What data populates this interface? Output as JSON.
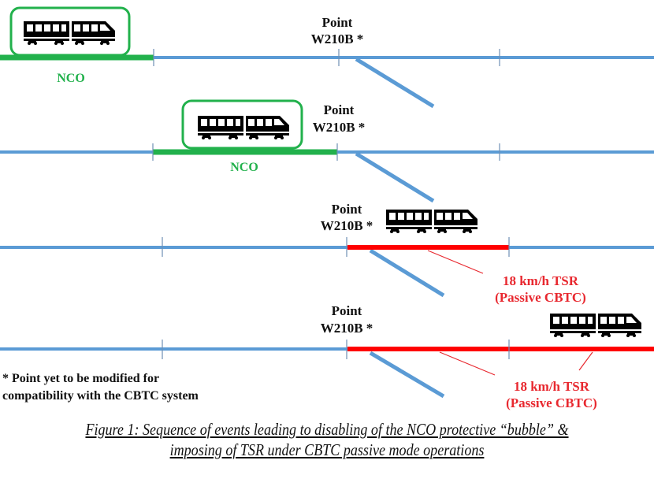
{
  "figure": {
    "caption_line1": "Figure 1: Sequence of events leading to disabling of the NCO protective “bubble” &",
    "caption_line2": "imposing of TSR under CBTC passive mode operations",
    "footnote_line1": "* Point yet to be modified for",
    "footnote_line2": "compatibility with the CBTC system"
  },
  "colors": {
    "track": "#5b9bd5",
    "nco": "#22b14c",
    "tsr": "#ff0000",
    "tsr_text": "#e8282f",
    "train": "#000000"
  },
  "rows": [
    {
      "point_label_1": "Point",
      "point_label_2": "W210B *",
      "nco_label": "NCO"
    },
    {
      "point_label_1": "Point",
      "point_label_2": "W210B *",
      "nco_label": "NCO"
    },
    {
      "point_label_1": "Point",
      "point_label_2": "W210B *",
      "tsr_label_1": "18 km/h TSR",
      "tsr_label_2": "(Passive CBTC)"
    },
    {
      "point_label_1": "Point",
      "point_label_2": "W210B *",
      "tsr_label_1": "18 km/h TSR",
      "tsr_label_2": "(Passive CBTC)"
    }
  ]
}
